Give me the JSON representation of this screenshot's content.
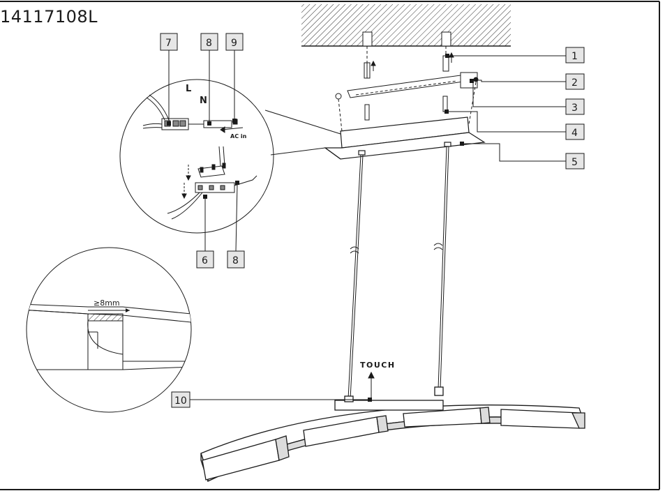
{
  "model_number": "14117108L",
  "callouts": {
    "c1": "1",
    "c2": "2",
    "c3": "3",
    "c4": "4",
    "c5": "5",
    "c6": "6",
    "c7": "7",
    "c8a": "8",
    "c8b": "8",
    "c9": "9",
    "c10": "10"
  },
  "wire_labels": {
    "live": "L",
    "neutral": "N",
    "ac_in": "AC in"
  },
  "clearance_label": "≥8mm",
  "touch_label": "TOUCH",
  "colors": {
    "line": "#1a1a1a",
    "fill": "#ffffff",
    "shade": "#dcdcdc",
    "callout_box": "#e6e6e6"
  }
}
